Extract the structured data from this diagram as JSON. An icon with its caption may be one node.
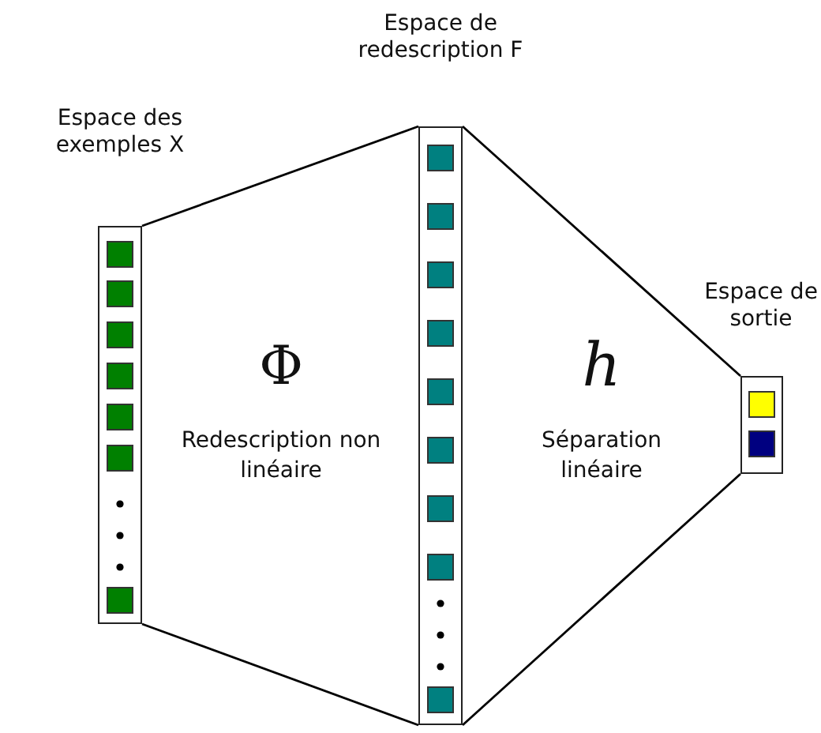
{
  "diagram": {
    "nodes": [
      {
        "text": [
          "Espace des exemples X"
        ]
      },
      {
        "text": [
          "Espace de redescription F"
        ]
      },
      {
        "text": [
          "Espace de sortie"
        ]
      }
    ],
    "edges": [
      {
        "from": 0,
        "to": 1,
        "arrow": "none"
      },
      {
        "from": 0,
        "to": 1,
        "arrow": "none"
      },
      {
        "from": 1,
        "to": 2,
        "arrow": "none"
      },
      {
        "from": 1,
        "to": 2,
        "arrow": "none"
      }
    ],
    "labels": [
      "Φ",
      "Redescription non linéaire",
      "h",
      "Séparation linéaire"
    ]
  }
}
